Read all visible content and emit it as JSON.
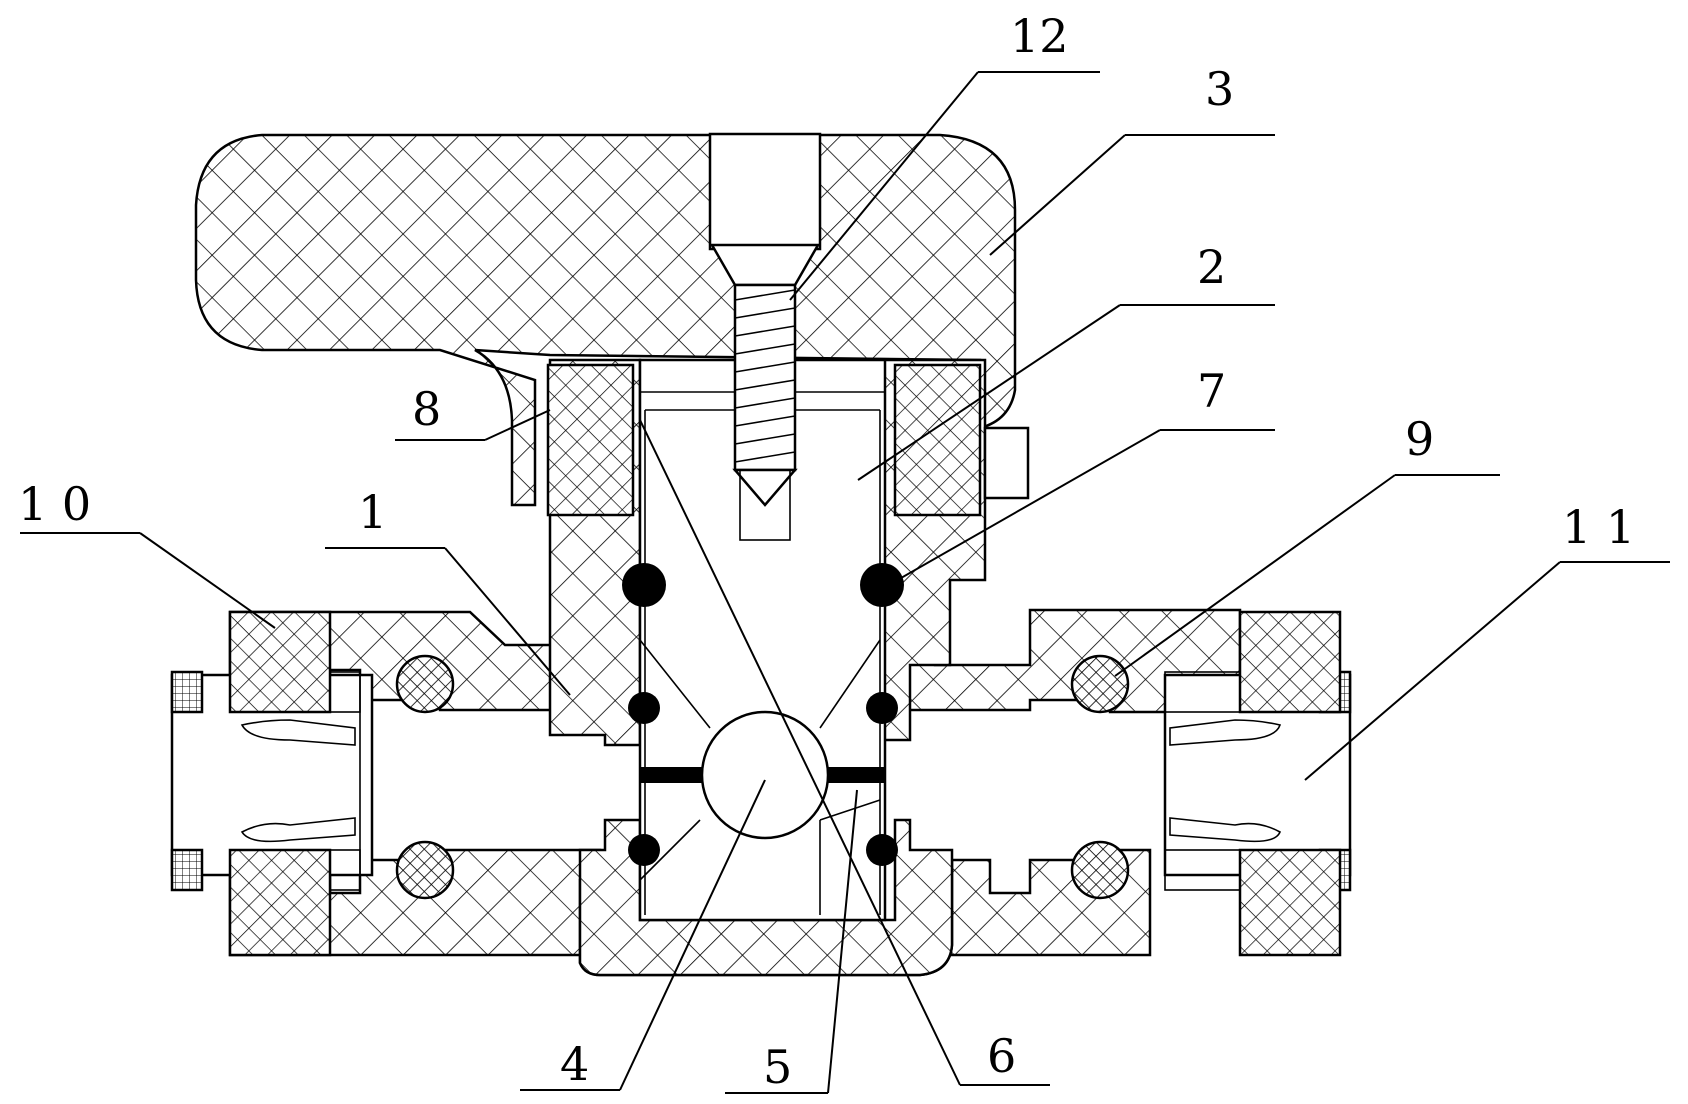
{
  "figure": {
    "callouts": [
      {
        "id": "c1",
        "label": "1"
      },
      {
        "id": "c2",
        "label": "2"
      },
      {
        "id": "c3",
        "label": "3"
      },
      {
        "id": "c4",
        "label": "4"
      },
      {
        "id": "c5",
        "label": "5"
      },
      {
        "id": "c6",
        "label": "6"
      },
      {
        "id": "c7",
        "label": "7"
      },
      {
        "id": "c8",
        "label": "8"
      },
      {
        "id": "c9",
        "label": "9"
      },
      {
        "id": "c10",
        "label": "1 0"
      },
      {
        "id": "c11",
        "label": "1 1"
      },
      {
        "id": "c12",
        "label": "12"
      }
    ]
  },
  "colors": {
    "ink": "#000000",
    "paper": "#ffffff"
  }
}
